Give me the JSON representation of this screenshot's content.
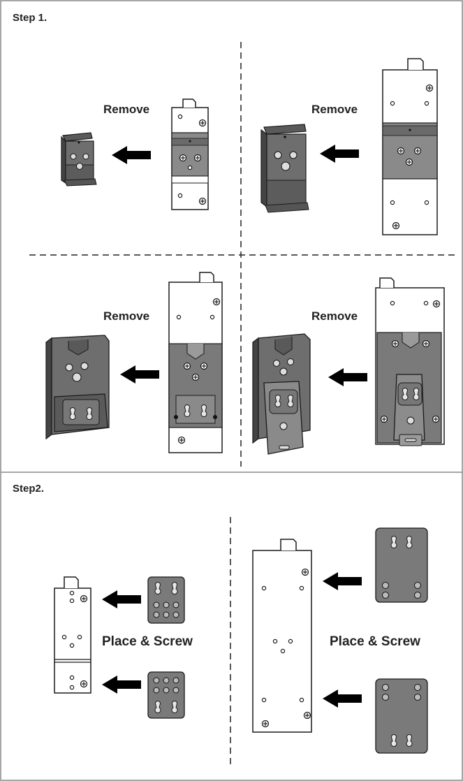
{
  "step1": {
    "title": "Step 1.",
    "panels": [
      {
        "caption": "Remove"
      },
      {
        "caption": "Remove"
      },
      {
        "caption": "Remove"
      },
      {
        "caption": "Remove"
      }
    ]
  },
  "step2": {
    "title": "Step2.",
    "panels": [
      {
        "caption": "Place & Screw"
      },
      {
        "caption": "Place & Screw"
      }
    ]
  },
  "colors": {
    "frame": "#8a8a8a",
    "stroke": "#1a1a1a",
    "clip_fill": "#6e6e6e",
    "plate_fill": "#7a7a7a",
    "arrow": "#000000"
  },
  "icons": [
    "arrow-left-icon",
    "din-rail-clip-icon",
    "mounting-plate-icon",
    "switch-body-icon",
    "screw-icon"
  ]
}
